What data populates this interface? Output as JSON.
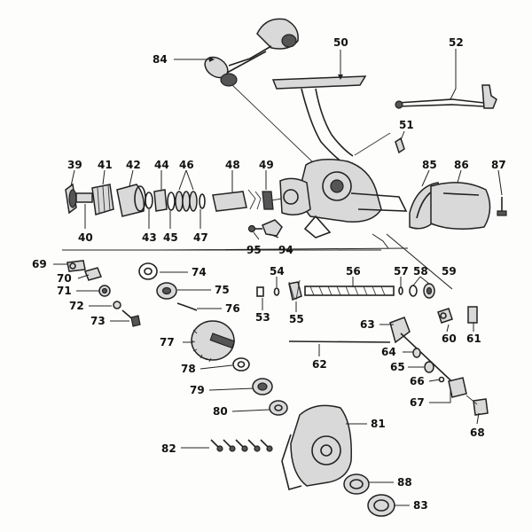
{
  "diagram": {
    "labels": [
      {
        "id": "84",
        "text": "84"
      },
      {
        "id": "50",
        "text": "50"
      },
      {
        "id": "52",
        "text": "52"
      },
      {
        "id": "51",
        "text": "51"
      },
      {
        "id": "39",
        "text": "39"
      },
      {
        "id": "41",
        "text": "41"
      },
      {
        "id": "42",
        "text": "42"
      },
      {
        "id": "44",
        "text": "44"
      },
      {
        "id": "46",
        "text": "46"
      },
      {
        "id": "48",
        "text": "48"
      },
      {
        "id": "49",
        "text": "49"
      },
      {
        "id": "85",
        "text": "85"
      },
      {
        "id": "86",
        "text": "86"
      },
      {
        "id": "87",
        "text": "87"
      },
      {
        "id": "40",
        "text": "40"
      },
      {
        "id": "43",
        "text": "43"
      },
      {
        "id": "45",
        "text": "45"
      },
      {
        "id": "47",
        "text": "47"
      },
      {
        "id": "95",
        "text": "95"
      },
      {
        "id": "94",
        "text": "94"
      },
      {
        "id": "69",
        "text": "69"
      },
      {
        "id": "74",
        "text": "74"
      },
      {
        "id": "54",
        "text": "54"
      },
      {
        "id": "56",
        "text": "56"
      },
      {
        "id": "57",
        "text": "57"
      },
      {
        "id": "58",
        "text": "58"
      },
      {
        "id": "59",
        "text": "59"
      },
      {
        "id": "70",
        "text": "70"
      },
      {
        "id": "71",
        "text": "71"
      },
      {
        "id": "75",
        "text": "75"
      },
      {
        "id": "53",
        "text": "53"
      },
      {
        "id": "55",
        "text": "55"
      },
      {
        "id": "72",
        "text": "72"
      },
      {
        "id": "76",
        "text": "76"
      },
      {
        "id": "73",
        "text": "73"
      },
      {
        "id": "63",
        "text": "63"
      },
      {
        "id": "60",
        "text": "60"
      },
      {
        "id": "61",
        "text": "61"
      },
      {
        "id": "77",
        "text": "77"
      },
      {
        "id": "64",
        "text": "64"
      },
      {
        "id": "62",
        "text": "62"
      },
      {
        "id": "78",
        "text": "78"
      },
      {
        "id": "65",
        "text": "65"
      },
      {
        "id": "66",
        "text": "66"
      },
      {
        "id": "79",
        "text": "79"
      },
      {
        "id": "67",
        "text": "67"
      },
      {
        "id": "80",
        "text": "80"
      },
      {
        "id": "81",
        "text": "81"
      },
      {
        "id": "68",
        "text": "68"
      },
      {
        "id": "82",
        "text": "82"
      },
      {
        "id": "88",
        "text": "88"
      },
      {
        "id": "83",
        "text": "83"
      }
    ]
  }
}
